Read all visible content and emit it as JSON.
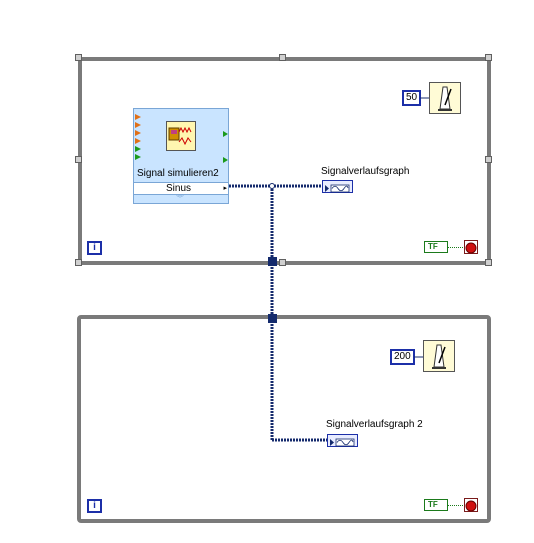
{
  "colors": {
    "loop_border": "#7a7a7a",
    "wire": "#142a6c",
    "express_bg": "#c9e4ff",
    "constant_border": "#1c2fa8",
    "bool_green": "#1b7a1b",
    "stop_red": "#d01010"
  },
  "top_loop": {
    "wait_constant": "50",
    "wait_icon": "metronome-icon",
    "iteration": "i",
    "express_vi": {
      "title": "Signal simulieren2",
      "output_label": "Sinus"
    },
    "graph_label": "Signalverlaufsgraph",
    "stop_bool": "TF"
  },
  "bottom_loop": {
    "wait_constant": "200",
    "wait_icon": "metronome-icon",
    "iteration": "i",
    "graph_label": "Signalverlaufsgraph 2",
    "stop_bool": "TF"
  }
}
